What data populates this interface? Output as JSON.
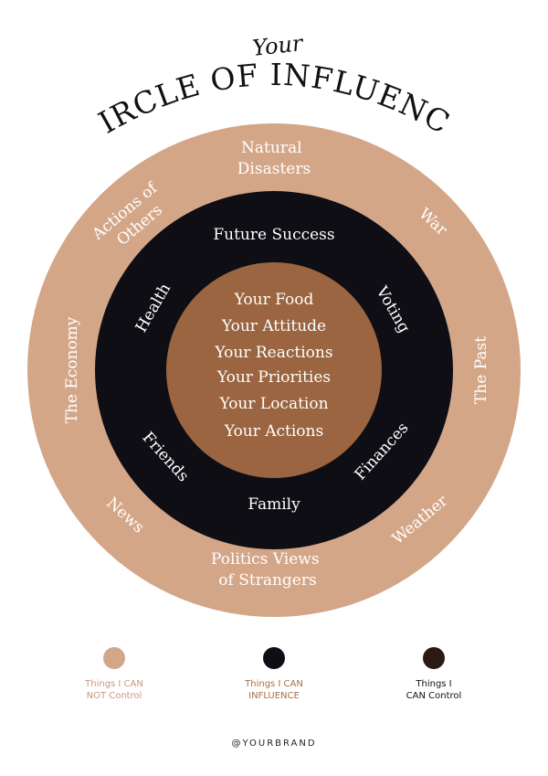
{
  "header": {
    "script_word": "Your",
    "title": "CIRCLE OF INFLUENCE"
  },
  "colors": {
    "outer": "#D4A688",
    "middle": "#0E0E14",
    "inner": "#9A6540",
    "text_light": "#ffffff",
    "title": "#111111",
    "legend_outer_text": "#C9977A",
    "legend_middle_text": "#A86E45",
    "legend_inner_text": "#111111"
  },
  "outer_ring": {
    "labels": {
      "natural_disasters": [
        "Natural",
        "Disasters"
      ],
      "war": "War",
      "the_past": "The Past",
      "weather": "Weather",
      "politics": [
        "Politics Views",
        "of Strangers"
      ],
      "news": "News",
      "the_economy": "The Economy",
      "actions_of_others": [
        "Actions of",
        "Others"
      ]
    }
  },
  "middle_ring": {
    "labels": {
      "future_success": "Future Success",
      "voting": "Voting",
      "finances": "Finances",
      "family": "Family",
      "friends": "Friends",
      "health": "Health"
    }
  },
  "inner_circle": {
    "items": [
      "Your Food",
      "Your Attitude",
      "Your Reactions",
      "Your Priorities",
      "Your Location",
      "Your Actions"
    ]
  },
  "legend": [
    {
      "color": "#D4A688",
      "text_color": "#C9977A",
      "lines": [
        "Things I CAN",
        "NOT Control"
      ]
    },
    {
      "color": "#0E0E14",
      "text_color": "#A86E45",
      "lines": [
        "Things I CAN",
        "INFLUENCE"
      ]
    },
    {
      "color": "#2A1A12",
      "text_color": "#111111",
      "lines": [
        "Things I",
        "CAN Control"
      ]
    }
  ],
  "footer": {
    "brand": "@YOURBRAND"
  }
}
